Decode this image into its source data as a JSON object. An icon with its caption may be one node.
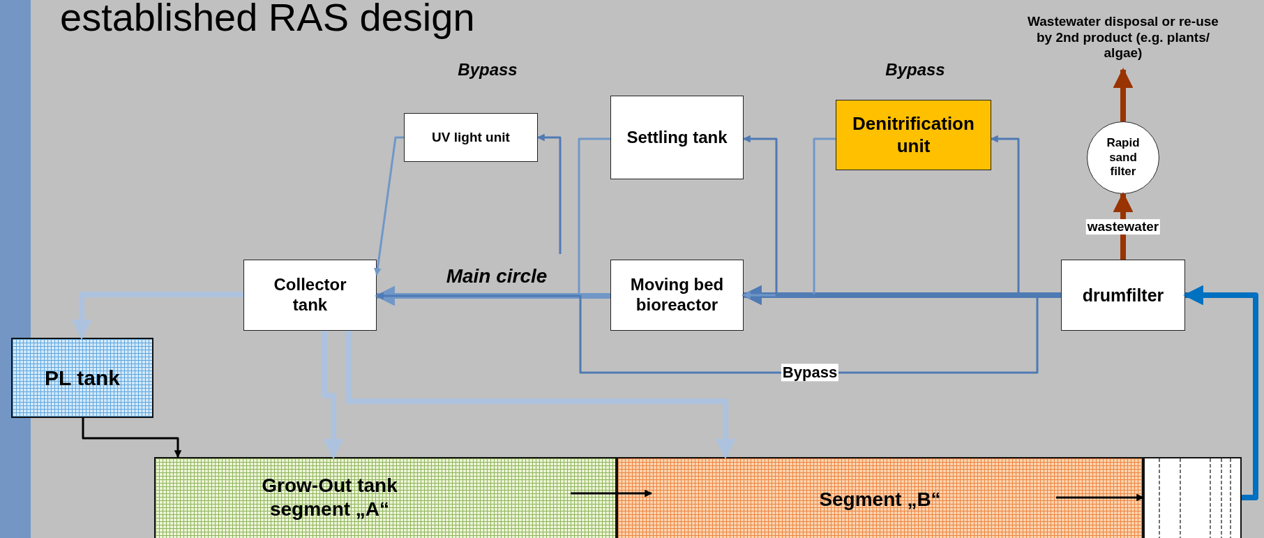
{
  "diagram": {
    "title": "established RAS design",
    "nodes": [
      {
        "text": [
          "UV light unit"
        ]
      },
      {
        "text": [
          "Settling tank"
        ]
      },
      {
        "text": [
          "Denitrification unit"
        ]
      },
      {
        "text": [
          "Wastewater disposal or re-use by 2nd product (e.g. plants/ algae)"
        ]
      },
      {
        "text": [
          "Rapid sand filter"
        ]
      },
      {
        "text": [
          "Collector tank"
        ]
      },
      {
        "text": [
          "Moving bed bioreactor"
        ]
      },
      {
        "text": [
          "drumfilter"
        ]
      },
      {
        "text": [
          "PL tank"
        ]
      },
      {
        "text": [
          "Grow-Out tank segment „A“"
        ]
      },
      {
        "text": [
          "Segment „B“"
        ]
      },
      {
        "text": [],
        "shape": "box"
      }
    ],
    "edges": [
      {
        "from": 6,
        "to": 5,
        "arrow": "to",
        "label": "Main circle",
        "style": "thick",
        "color": "#7097c8"
      },
      {
        "from": 7,
        "to": 6,
        "arrow": "to",
        "style": "thick"
      },
      {
        "from": 7,
        "to": 2,
        "arrow": "to"
      },
      {
        "from": 2,
        "to": 6,
        "arrow": "to",
        "color": "#7097c8"
      },
      {
        "from": 7,
        "to": 1,
        "arrow": "to"
      },
      {
        "from": 1,
        "to": 5,
        "arrow": "to",
        "color": "#7097c8"
      },
      {
        "from": null,
        "to": 0,
        "arrow": "to"
      },
      {
        "from": 0,
        "to": 5,
        "arrow": "to",
        "color": "#7097c8"
      },
      {
        "from": 7,
        "to": 5,
        "arrow": "to",
        "label": "Bypass"
      },
      {
        "from": 5,
        "to": 8,
        "arrow": "to",
        "style": "thick",
        "color": "#adc2de"
      },
      {
        "from": 5,
        "to": 9,
        "arrow": "to",
        "style": "thick",
        "color": "#adc2de"
      },
      {
        "from": 5,
        "to": 10,
        "arrow": "to",
        "style": "thick",
        "color": "#adc2de"
      },
      {
        "from": 8,
        "to": 9,
        "arrow": "to",
        "color": "#000000"
      },
      {
        "from": 9,
        "to": 10,
        "arrow": "to",
        "color": "#000000"
      },
      {
        "from": 10,
        "to": 11,
        "arrow": "to",
        "color": "#000000"
      },
      {
        "from": 11,
        "to": 7,
        "arrow": "to",
        "style": "thick",
        "color": "#0070c0"
      },
      {
        "from": 7,
        "to": 4,
        "arrow": "to",
        "label": "wastewater",
        "style": "thick",
        "color": "#993300"
      },
      {
        "from": 4,
        "to": 3,
        "arrow": "to",
        "style": "thick",
        "color": "#993300"
      }
    ],
    "labels": [
      "Bypass",
      "Bypass"
    ]
  }
}
